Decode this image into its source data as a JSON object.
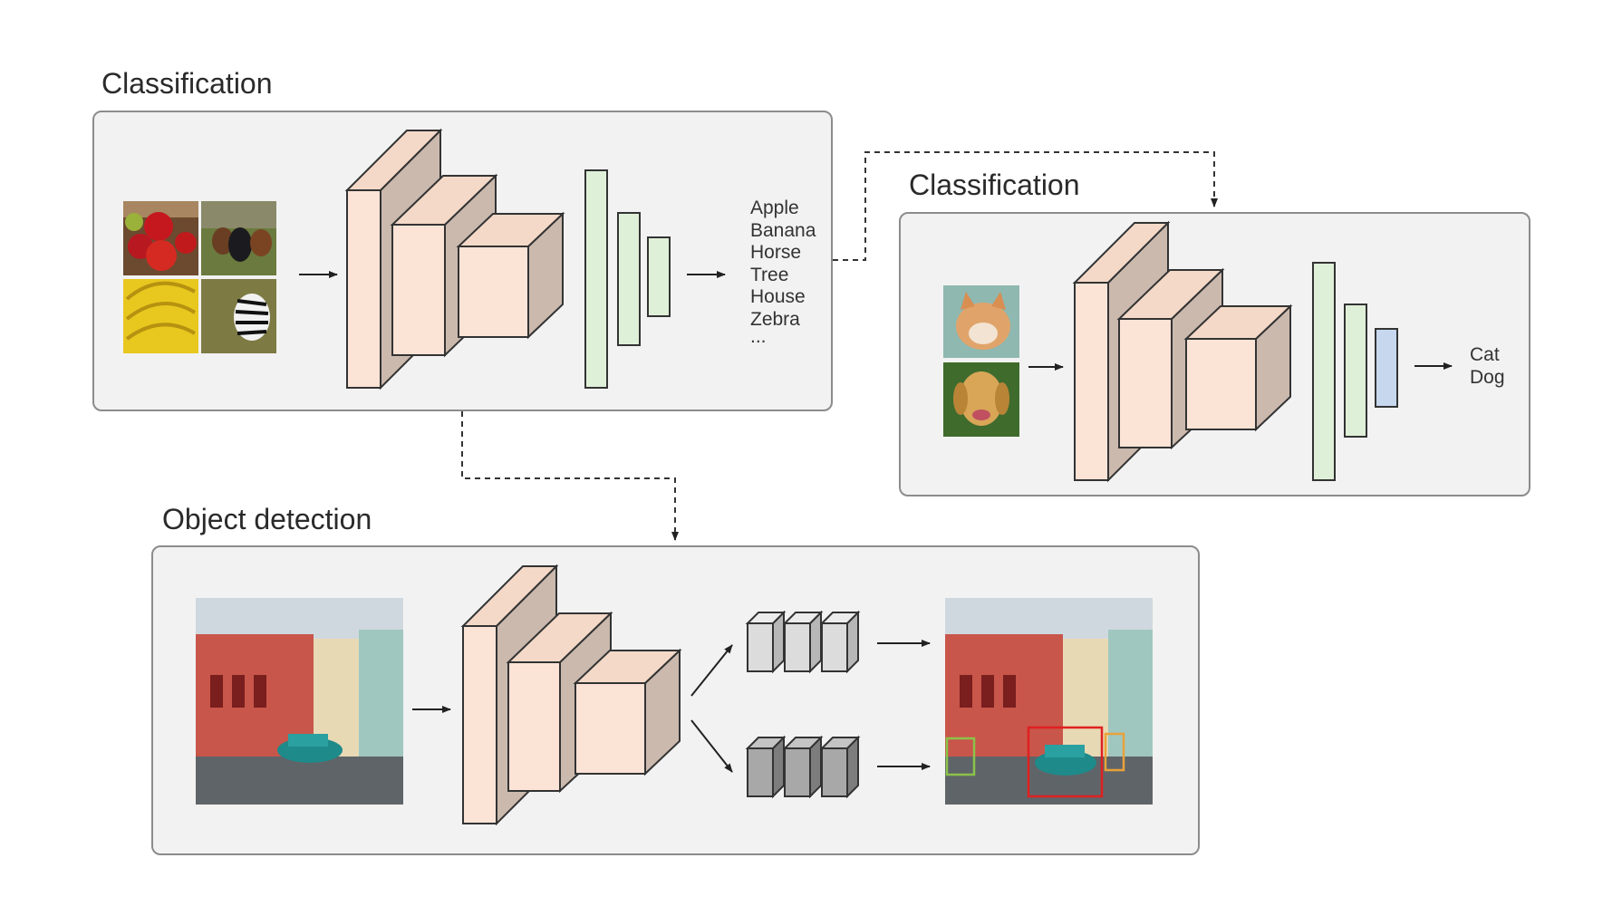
{
  "panels": {
    "classification_main": {
      "title": "Classification",
      "labels": [
        "Apple",
        "Banana",
        "Horse",
        "Tree",
        "House",
        "Zebra",
        "..."
      ]
    },
    "classification_transfer": {
      "title": "Classification",
      "labels": [
        "Cat",
        "Dog"
      ]
    },
    "object_detection": {
      "title": "Object detection"
    }
  },
  "colors": {
    "block_front": "#fbe3d6",
    "block_top": "#f4d9c8",
    "block_side": "#cbb9ae",
    "fc_green": "#dff0d8",
    "fc_blue": "#c7d8ee",
    "head_light": "#dcdcdc",
    "head_dark": "#a8a8a8",
    "box_red": "#e02020",
    "box_green": "#8bc34a",
    "box_orange": "#e8a23a"
  }
}
